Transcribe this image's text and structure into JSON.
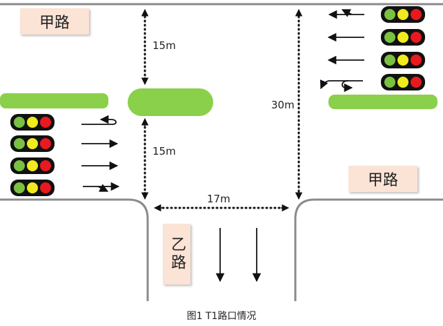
{
  "road_labels": {
    "main_top_left": "甲路",
    "main_bottom_right": "甲路",
    "side_road": "乙路"
  },
  "distances": {
    "north_segment": "15m",
    "south_segment": "15m",
    "road_width": "30m",
    "side_road_width": "17m"
  },
  "caption": "图1 T1路口情况",
  "colors": {
    "median_green": "#8ad04a",
    "light_green": "#7ac142",
    "light_yellow": "#f0ea1e",
    "light_red": "#e8191f",
    "label_bg": "#fbe3d6",
    "road_edge": "#8a8a8a"
  },
  "signals": {
    "west_approach": [
      {
        "arrow": "u-turn"
      },
      {
        "arrow": "straight"
      },
      {
        "arrow": "straight"
      },
      {
        "arrow": "straight-right"
      }
    ],
    "east_approach": [
      {
        "arrow": "straight-right"
      },
      {
        "arrow": "straight"
      },
      {
        "arrow": "straight"
      },
      {
        "arrow": "left-u-turn"
      }
    ]
  },
  "side_road_lanes": [
    "down",
    "down"
  ]
}
